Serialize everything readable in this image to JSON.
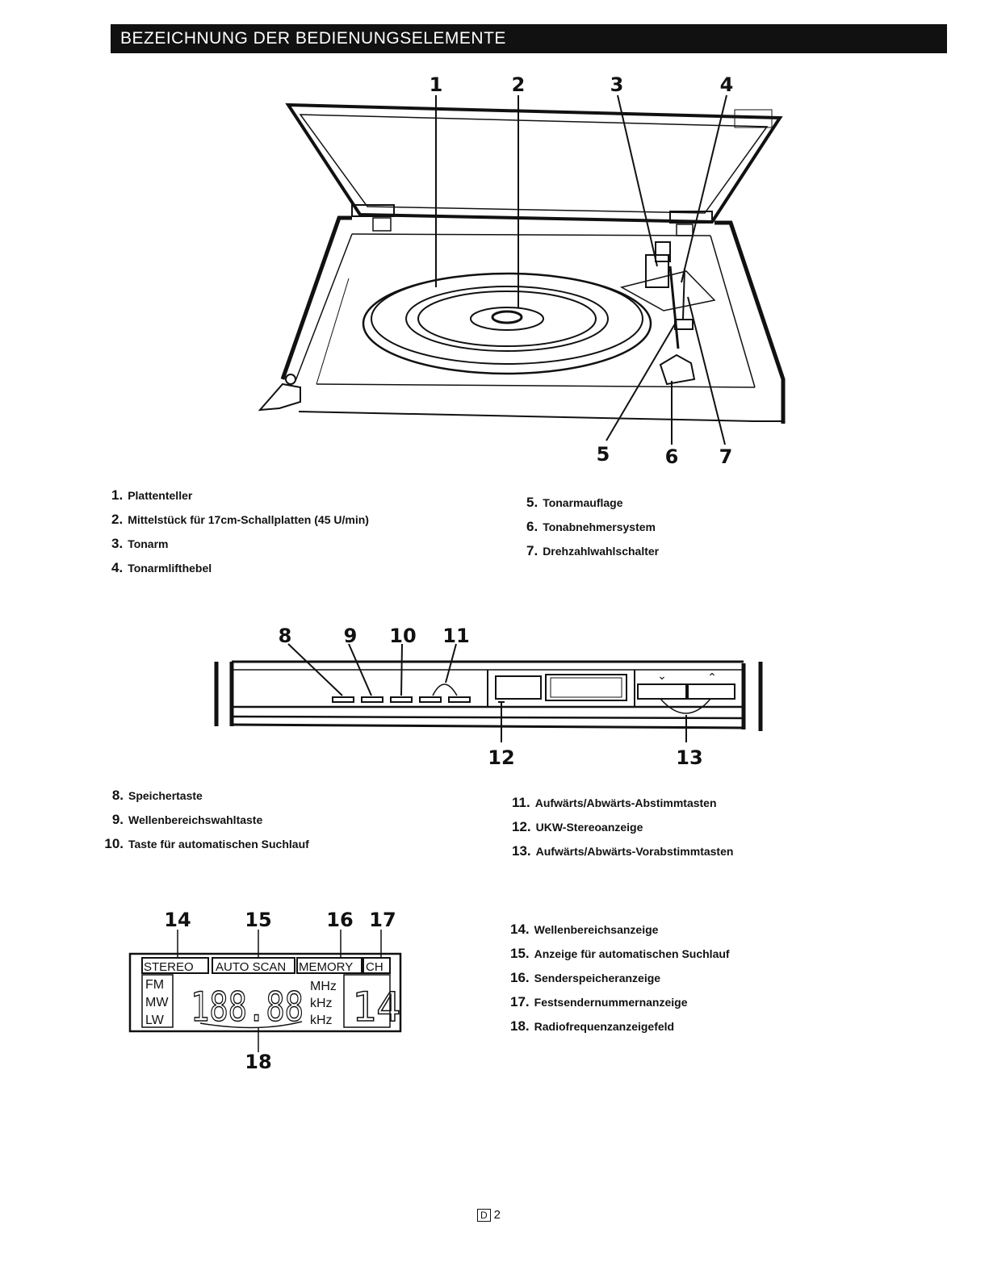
{
  "header": {
    "title": "BEZEICHNUNG DER BEDIENUNGSELEMENTE"
  },
  "turntable": {
    "callouts": [
      "1",
      "2",
      "3",
      "4",
      "5",
      "6",
      "7"
    ],
    "items": [
      {
        "num": "1.",
        "label": "Plattenteller"
      },
      {
        "num": "2.",
        "label": "Mittelstück für 17cm-Schallplatten (45 U/min)"
      },
      {
        "num": "3.",
        "label": "Tonarm"
      },
      {
        "num": "4.",
        "label": "Tonarmlifthebel"
      },
      {
        "num": "5.",
        "label": "Tonarmauflage"
      },
      {
        "num": "6.",
        "label": "Tonabnehmersystem"
      },
      {
        "num": "7.",
        "label": "Drehzahlwahlschalter"
      }
    ]
  },
  "tuner": {
    "callouts": [
      "8",
      "9",
      "10",
      "11",
      "12",
      "13"
    ],
    "arrows": [
      "⌄",
      "⌃"
    ],
    "items": [
      {
        "num": "8.",
        "label": "Speichertaste"
      },
      {
        "num": "9.",
        "label": "Wellenbereichswahltaste"
      },
      {
        "num": "10.",
        "label": "Taste für automatischen Suchlauf"
      },
      {
        "num": "11.",
        "label": "Aufwärts/Abwärts-Abstimmtasten"
      },
      {
        "num": "12.",
        "label": "UKW-Stereoanzeige"
      },
      {
        "num": "13.",
        "label": "Aufwärts/Abwärts-Vorabstimmtasten"
      }
    ]
  },
  "display": {
    "callouts": [
      "14",
      "15",
      "16",
      "17",
      "18"
    ],
    "indicators": {
      "stereo": "STEREO",
      "auto_scan": "AUTO SCAN",
      "memory": "MEMORY",
      "ch": "CH",
      "fm": "FM",
      "mw": "MW",
      "lw": "LW",
      "mhz": "MHz",
      "khz1": "kHz",
      "khz2": "kHz"
    },
    "frequency": "188.88",
    "channel": "14",
    "items": [
      {
        "num": "14.",
        "label": "Wellenbereichsanzeige"
      },
      {
        "num": "15.",
        "label": "Anzeige für automatischen Suchlauf"
      },
      {
        "num": "16.",
        "label": "Senderspeicheranzeige"
      },
      {
        "num": "17.",
        "label": "Festsendernummernanzeige"
      },
      {
        "num": "18.",
        "label": "Radiofrequenzanzeigefeld"
      }
    ]
  },
  "footer": {
    "lang_icon": "D",
    "page": "2"
  }
}
